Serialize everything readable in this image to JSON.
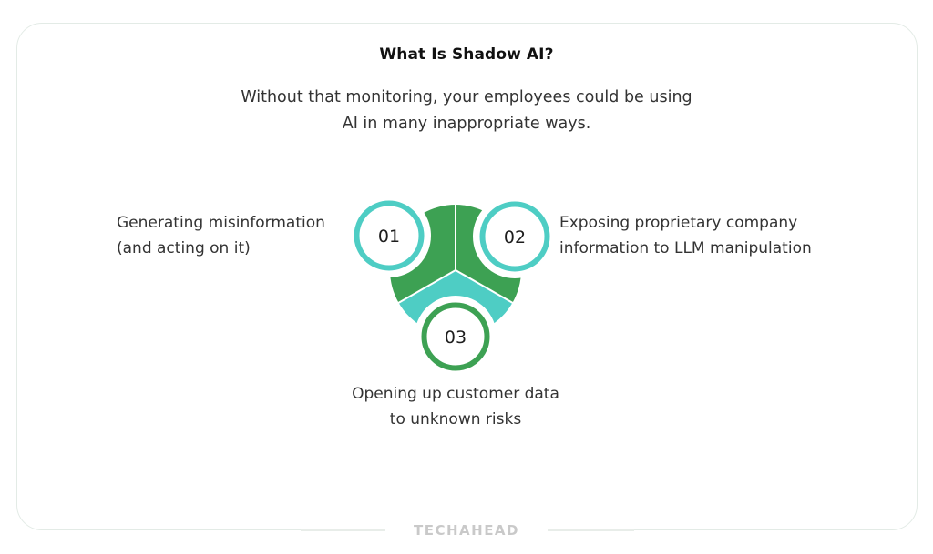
{
  "header": {
    "title": "What Is Shadow AI?",
    "subtitle_lines": [
      "Without that monitoring, your employees could be using",
      "AI in many inappropriate ways."
    ]
  },
  "diagram": {
    "colors": {
      "green": "#3DA153",
      "teal": "#4ECDC4",
      "divider": "#ffffff"
    },
    "items": [
      {
        "number": "01",
        "ring_color": "#4ECDC4",
        "lines": [
          "Generating misinformation",
          "(and acting on it)"
        ]
      },
      {
        "number": "02",
        "ring_color": "#4ECDC4",
        "lines": [
          "Exposing proprietary company",
          "information to LLM manipulation"
        ]
      },
      {
        "number": "03",
        "ring_color": "#3DA153",
        "lines": [
          "Opening up customer data",
          "to unknown risks"
        ]
      }
    ]
  },
  "footer": {
    "brand": "TECHAHEAD"
  }
}
